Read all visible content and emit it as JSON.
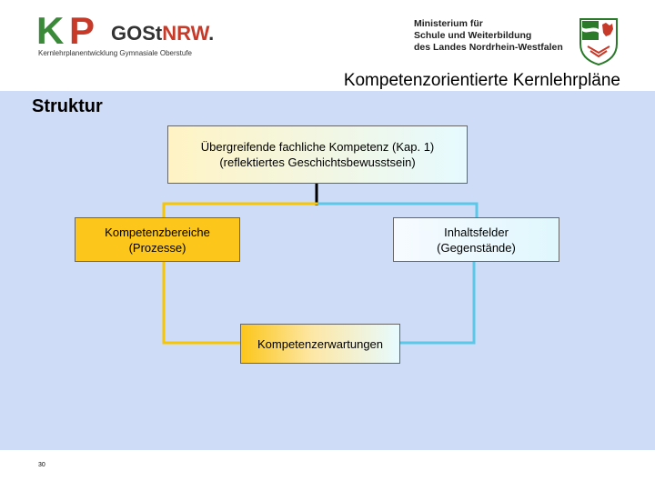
{
  "header": {
    "logo": {
      "letters_k": "K",
      "letters_p": "P",
      "gost": "GOSt",
      "nrw": "NRW",
      "tagline": "Kernlehrplanentwicklung Gymnasiale Oberstufe"
    },
    "ministry_lines": [
      "Ministerium für",
      "Schule und Weiterbildung",
      "des Landes Nordrhein-Westfalen"
    ],
    "title": "Kompetenzorientierte Kernlehrpläne"
  },
  "section_title": "Struktur",
  "diagram": {
    "top_box": {
      "line1": "Übergreifende fachliche Kompetenz (Kap. 1)",
      "line2": "(reflektiertes Geschichtsbewusstsein)"
    },
    "left_box": {
      "line1": "Kompetenzbereiche",
      "line2": "(Prozesse)"
    },
    "right_box": {
      "line1": "Inhaltsfelder",
      "line2": "(Gegenstände)"
    },
    "bottom_box": {
      "label": "Kompetenzerwartungen"
    },
    "colors": {
      "left_connector": "#f7c600",
      "right_connector": "#5cc8e8"
    }
  },
  "footer": {
    "page_number": "30"
  }
}
